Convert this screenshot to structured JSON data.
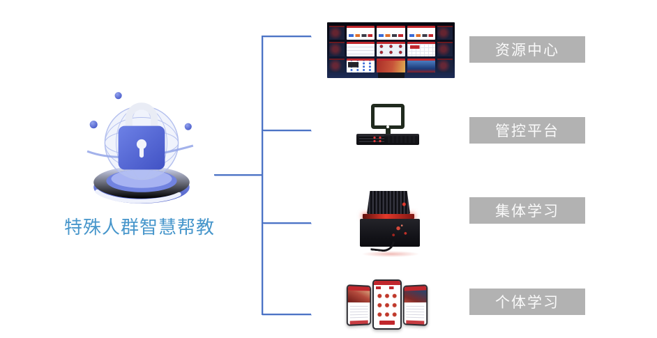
{
  "diagram": {
    "root": {
      "title": "特殊人群智慧帮教",
      "icon": "lock-security-sphere-illustration"
    },
    "branches": [
      {
        "label": "资源中心",
        "icon": "video-wall-screens-photo"
      },
      {
        "label": "管控平台",
        "icon": "monitor-and-rack-server-photo"
      },
      {
        "label": "集体学习",
        "icon": "black-learning-terminal-photo"
      },
      {
        "label": "个体学习",
        "icon": "three-tablets-photo"
      }
    ],
    "colors": {
      "connector_blue": "#4a72c4",
      "title_blue": "#4796cb",
      "label_background": "#b2b2b2",
      "label_text": "#fafafa",
      "theme_red": "#c1272d"
    }
  }
}
